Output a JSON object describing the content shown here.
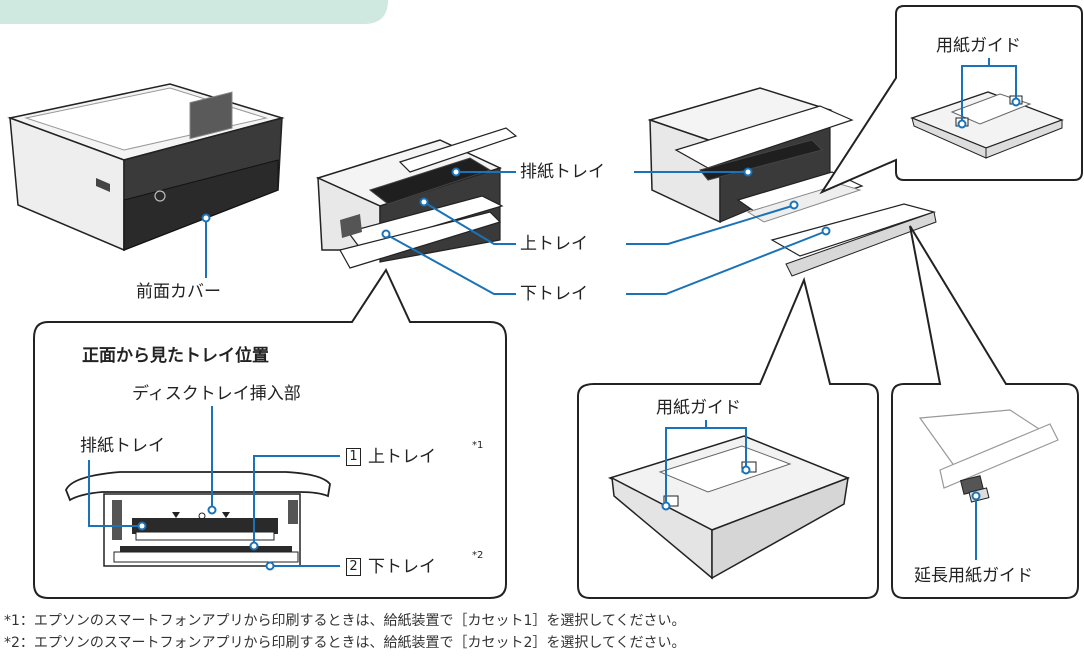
{
  "labels": {
    "front_cover": "前面カバー",
    "output_tray": "排紙トレイ",
    "upper_tray": "上トレイ",
    "lower_tray": "下トレイ",
    "paper_guide_top": "用紙ガイド",
    "paper_guide_bottom": "用紙ガイド",
    "extension_paper_guide": "延長用紙ガイド"
  },
  "front_view": {
    "title": "正面から見たトレイ位置",
    "disc_tray_slot": "ディスクトレイ挿入部",
    "output_tray": "排紙トレイ",
    "upper_tray_num": "1",
    "upper_tray": "上トレイ",
    "upper_tray_mark": "*1",
    "lower_tray_num": "2",
    "lower_tray": "下トレイ",
    "lower_tray_mark": "*2"
  },
  "footnotes": [
    "*1：エプソンのスマートフォンアプリから印刷するときは、給紙装置で［カセット1］を選択してください。",
    "*2：エプソンのスマートフォンアプリから印刷するときは、給紙装置で［カセット2］を選択してください。"
  ],
  "colors": {
    "leader": "#1a73b8",
    "outline": "#222222",
    "header_band": "#cfe8e0",
    "printer_dark": "#3a3a3a"
  }
}
